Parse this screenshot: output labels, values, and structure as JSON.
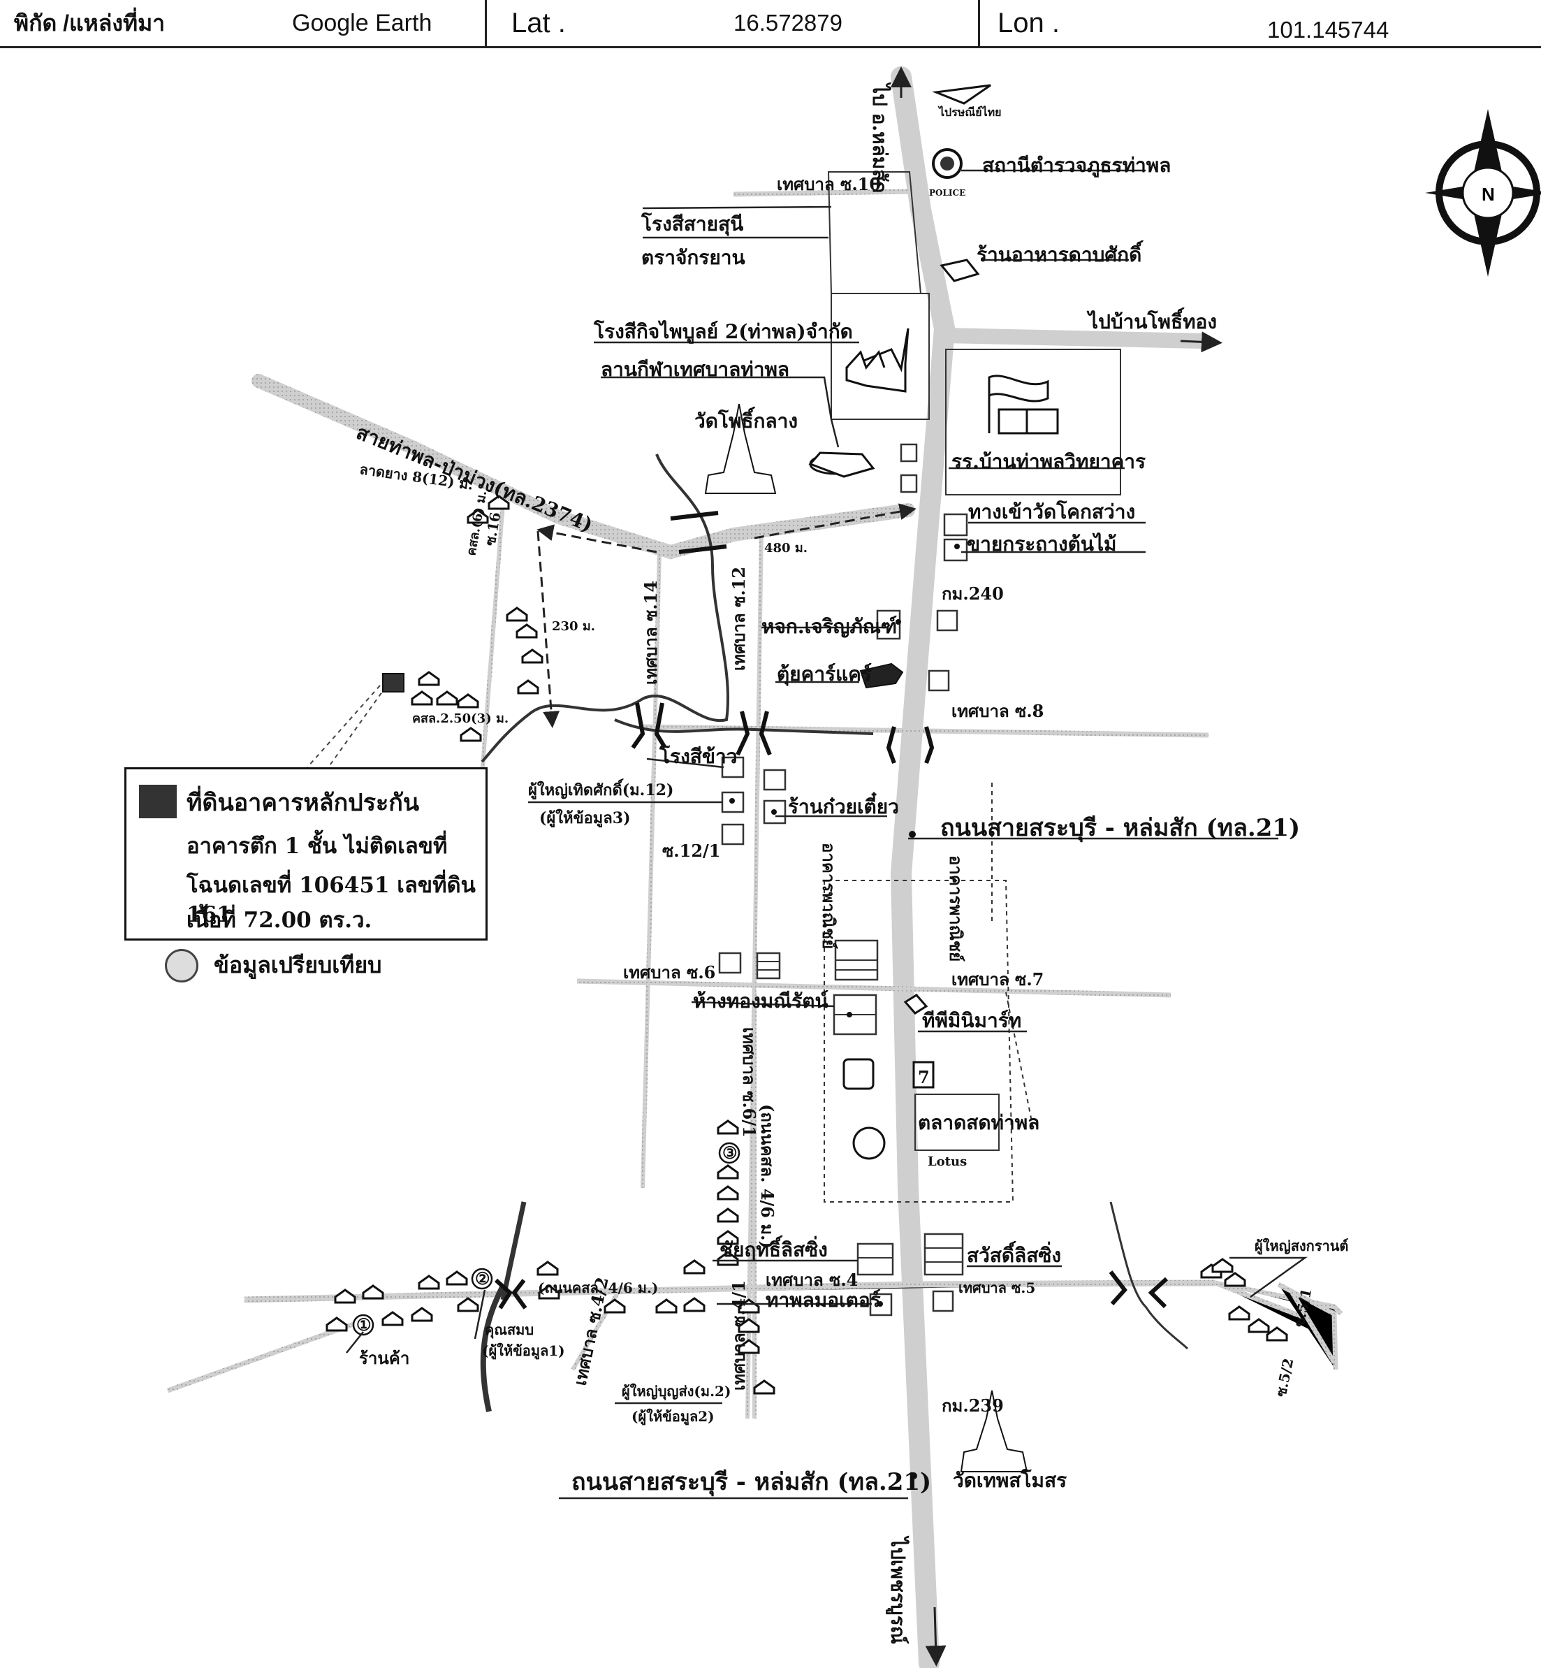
{
  "header": {
    "source_label": "พิกัด /แหล่งที่มา",
    "source_value": "Google Earth",
    "lat_label": "Lat .",
    "lat_value": "16.572879",
    "lon_label": "Lon .",
    "lon_value": "101.145744"
  },
  "compass": {
    "north_letter": "N"
  },
  "legend": {
    "title": "ที่ดินอาคารหลักประกัน",
    "line1": "อาคารตึก 1 ชั้น ไม่ติดเลขที่",
    "line2": "โฉนดเลขที่ 106451 เลขที่ดิน 161",
    "line3": "เนื้อที่ 72.00 ตร.ว.",
    "comparable_label": "ข้อมูลเปรียบเทียบ"
  },
  "labels": {
    "to_lom_sak": "ไป อ.หล่มสัก",
    "to_phetchabun": "ไปเพชรบูรณ์",
    "thailand_post": "ไปรษณีย์ไทย",
    "police_station": "สถานีตำรวจภูธรท่าพล",
    "police_badge": "POLICE",
    "soi10": "เทศบาล ซ.10",
    "saisuni_line1": "โรงสีสายสุนี",
    "saisuni_line2": "ตราจักรยาน",
    "restaurant": "ร้านอาหารดาบศักดิ์",
    "to_ban_pho_thong": "ไปบ้านโพธิ์ทอง",
    "kij_mill": "โรงสีกิจไพบูลย์ 2(ท่าพล)จำกัด",
    "stadium": "ลานกีฬาเทศบาลท่าพล",
    "wat_pho_klang": "วัดโพธิ์กลาง",
    "school": "รร.บ้านท่าพลวิทยาคาร",
    "road_2374": "สายท่าพล-ป่าม่วง(ทล.2374)",
    "lat_yang": "ลาดยาง 8(12) ม.",
    "konkrit6": "คสล.(6) ม.",
    "soi16": "ซ.16",
    "wat_khok_sawang": "ทางเข้าวัดโคกสว่าง",
    "pot_shop": "ขายกระถางต้นไม้",
    "dist_480": "480 ม.",
    "dist_230": "230 ม.",
    "soi14": "เทศบาล ซ.14",
    "soi12": "เทศบาล ซ.12",
    "km240": "กม.240",
    "dorm": "หจก.เจริญภัณฑ์",
    "car_care": "ตุ้ยคาร์แคร์",
    "soi8": "เทศบาล ซ.8",
    "konkrit250": "คสล.2.50(3) ม.",
    "rice_mill": "โรงสีข้าว",
    "headman12": "ผู้ใหญ่เทิดศักดิ์(ม.12)",
    "informant3": "(ผู้ให้ข้อมูล3)",
    "noodle": "ร้านก๋วยเตี๋ยว",
    "highway21_top": "ถนนสายสระบุรี - หล่มสัก (ทล.21)",
    "soi12_1": "ซ.12/1",
    "commercial_left": "อาคารพาณิชย์",
    "commercial_right": "อาคารพาณิชย์",
    "soi6": "เทศบาล ซ.6",
    "soi7": "เทศบาล ซ.7",
    "gold_shop": "ห้างทองมณีรัตน์",
    "tp_mart": "ทีพีมินิมาร์ท",
    "soi6_1": "เทศบาล ซ.6/1",
    "concrete_road_46": "(ถนนคสล. 4/6 ม.)",
    "market": "ตลาดสดท่าพล",
    "lotus": "Lotus",
    "seven": "7",
    "comp3": "③",
    "chaiyut_leasing": "ชัยฤทธิ์ลิสซิ่ง",
    "sawat_leasing": "สวัสดิ์ลิสซิ่ง",
    "soi4": "เทศบาล ซ.4",
    "soi5": "เทศบาล ซ.5",
    "tp_motor": "ทาพลมอเตอร์",
    "concrete_road_46b": "(ถนนคสล. 4/6 ม.)",
    "soi4_2": "เทศบาล ซ.4/2",
    "soi4_1": "เทศบาล ซ.4/1",
    "khun_somboon": "คุณสมบ",
    "informant1": "(ผู้ให้ข้อมูล1)",
    "shop": "ร้านค้า",
    "comp1": "①",
    "comp2": "②",
    "headman2": "ผู้ใหญ่บุญส่ง(ม.2)",
    "informant2": "(ผู้ให้ข้อมูล2)",
    "km239": "กม.239",
    "headman_right": "ผู้ใหญ่สงกรานต์",
    "soi5_1": "ซ.5/1",
    "soi5_2": "ซ.5/2",
    "highway21_bottom": "ถนนสายสระบุรี - หล่มสัก (ทล.21)",
    "wat_thep": "วัดเทพสโมสร"
  }
}
